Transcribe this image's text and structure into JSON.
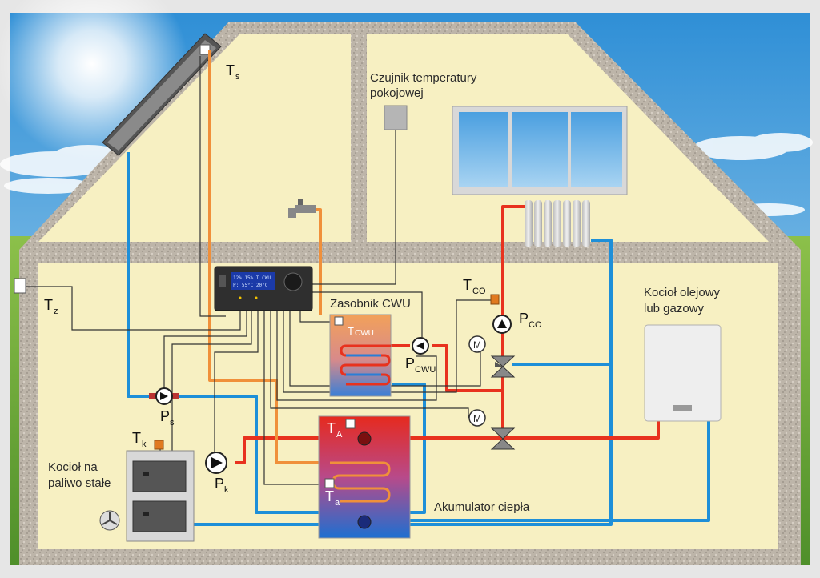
{
  "labels": {
    "room_sensor": [
      "Czujnik temperatury",
      "pokojowej"
    ],
    "oil_gas_boiler": [
      "Kocioł olejowy",
      "lub gazowy"
    ],
    "solid_fuel_boiler": [
      "Kocioł na",
      "paliwo stałe"
    ],
    "dhw_tank": "Zasobnik CWU",
    "heat_accumulator": "Akumulator ciepła"
  },
  "symbols": {
    "ts": {
      "main": "T",
      "sub": "s"
    },
    "tz": {
      "main": "T",
      "sub": "z"
    },
    "tk": {
      "main": "T",
      "sub": "k"
    },
    "ps": {
      "main": "P",
      "sub": "s"
    },
    "pk": {
      "main": "P",
      "sub": "k"
    },
    "tco": {
      "main": "T",
      "sub": "CO"
    },
    "pco": {
      "main": "P",
      "sub": "CO"
    },
    "pcwu": {
      "main": "P",
      "sub": "CWU"
    },
    "tcwu": {
      "main": "T",
      "sub": "CWU"
    },
    "tA": {
      "main": "T",
      "sub": "A"
    },
    "ta": {
      "main": "T",
      "sub": "a"
    },
    "motor": "M"
  },
  "controller_display": [
    "12%  15%  T.CWU",
    "P: 55°C   20°C"
  ],
  "colors": {
    "hot": "#e8321e",
    "cold": "#1e8fd8",
    "solar_pipe": "#f0903a",
    "wall": "#b9b0a4",
    "interior": "#f7f0c2",
    "sky": "#4aa5de",
    "grass": "#6fae3c"
  }
}
